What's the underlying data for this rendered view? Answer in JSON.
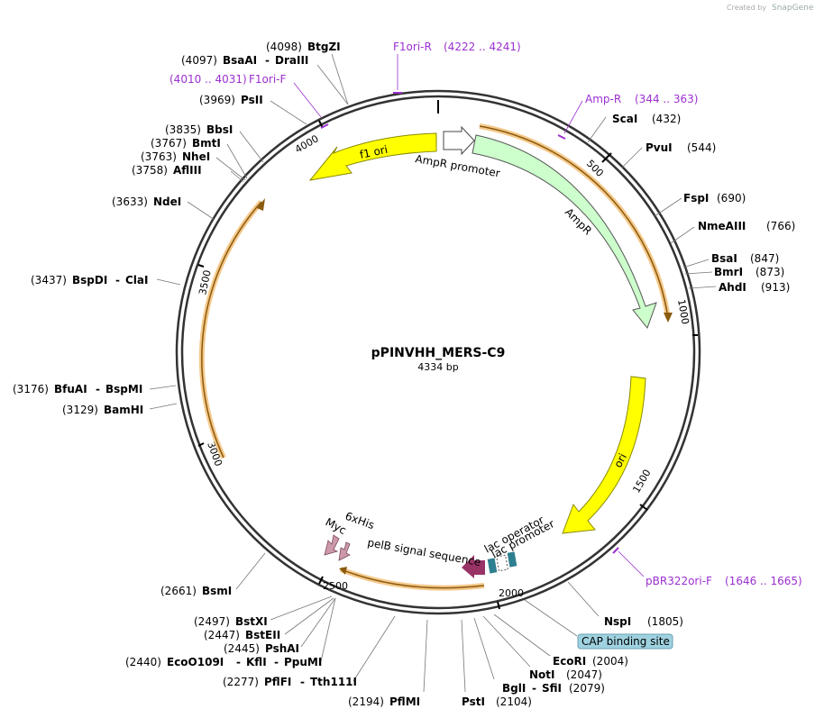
{
  "credit": {
    "prefix": "Created by",
    "brand": "SnapGene"
  },
  "plasmid": {
    "name": "pPINVHH_MERS-C9",
    "size": "4334 bp"
  },
  "ticks": [
    "500",
    "1000",
    "1500",
    "2000",
    "2500",
    "3000",
    "3500",
    "4000"
  ],
  "features": {
    "f1ori": "f1 ori",
    "amp_promoter": "AmpR promoter",
    "ampr": "AmpR",
    "ori": "ori",
    "lac_operator": "lac operator",
    "lac_promoter": "lac promoter",
    "pelb": "pelB signal sequence",
    "his": "6xHis",
    "myc": "Myc",
    "cap": "CAP binding site"
  },
  "primers": {
    "f1ori_r": {
      "name": "F1ori-R",
      "range": "(4222 .. 4241)"
    },
    "f1ori_f": {
      "name": "F1ori-F",
      "range": "(4010 .. 4031)"
    },
    "amp_r": {
      "name": "Amp-R",
      "range": "(344 .. 363)"
    },
    "pbr": {
      "name": "pBR322ori-F",
      "range": "(1646 .. 1665)"
    }
  },
  "enzymes": {
    "btgzi": {
      "pos": "(4098)",
      "name": "BtgZI"
    },
    "bsaai": {
      "pos": "(4097)",
      "name": "BsaAI",
      "name2": "DraIII"
    },
    "psti_top": {
      "pos": "(3969)",
      "name": "PsII"
    },
    "bbsi": {
      "pos": "(3835)",
      "name": "BbsI"
    },
    "bmti": {
      "pos": "(3767)",
      "name": "BmtI"
    },
    "nhei": {
      "pos": "(3763)",
      "name": "NheI"
    },
    "afliii": {
      "pos": "(3758)",
      "name": "AflIII"
    },
    "ndei": {
      "pos": "(3633)",
      "name": "NdeI"
    },
    "bspdi": {
      "pos": "(3437)",
      "name": "BspDI",
      "name2": "ClaI"
    },
    "bfuai": {
      "pos": "(3176)",
      "name": "BfuAI",
      "name2": "BspMI"
    },
    "bamhi": {
      "pos": "(3129)",
      "name": "BamHI"
    },
    "scai": {
      "pos": "(432)",
      "name": "ScaI"
    },
    "pvui": {
      "pos": "(544)",
      "name": "PvuI"
    },
    "fspi": {
      "pos": "(690)",
      "name": "FspI"
    },
    "nmeaiii": {
      "pos": "(766)",
      "name": "NmeAIII"
    },
    "bsai": {
      "pos": "(847)",
      "name": "BsaI"
    },
    "bmri": {
      "pos": "(873)",
      "name": "BmrI"
    },
    "ahdi": {
      "pos": "(913)",
      "name": "AhdI"
    },
    "bsmi": {
      "pos": "(2661)",
      "name": "BsmI"
    },
    "bstxi": {
      "pos": "(2497)",
      "name": "BstXI"
    },
    "bsteii": {
      "pos": "(2447)",
      "name": "BstEII"
    },
    "pshai": {
      "pos": "(2445)",
      "name": "PshAI"
    },
    "ecoo109i": {
      "pos": "(2440)",
      "name": "EcoO109I",
      "name2": "KflI",
      "name3": "PpuMI"
    },
    "pflfi": {
      "pos": "(2277)",
      "name": "PflFI",
      "name2": "Tth111I"
    },
    "pflmi": {
      "pos": "(2194)",
      "name": "PflMI"
    },
    "psti": {
      "pos": "(2104)",
      "name": "PstI"
    },
    "bgli": {
      "pos": "(2079)",
      "name": "BglI",
      "name2": "SfiI"
    },
    "noti": {
      "pos": "(2047)",
      "name": "NotI"
    },
    "ecori": {
      "pos": "(2004)",
      "name": "EcoRI"
    },
    "nspi": {
      "pos": "(1805)",
      "name": "NspI"
    }
  },
  "colors": {
    "yellow": "#ffff00",
    "green": "#ccffcc",
    "orange": "#f5c98a",
    "primer": "#9b30d0",
    "teal": "#2e7f8f",
    "maroon": "#993366",
    "pink": "#cc99aa",
    "cap_fill": "#9fd2e0"
  }
}
